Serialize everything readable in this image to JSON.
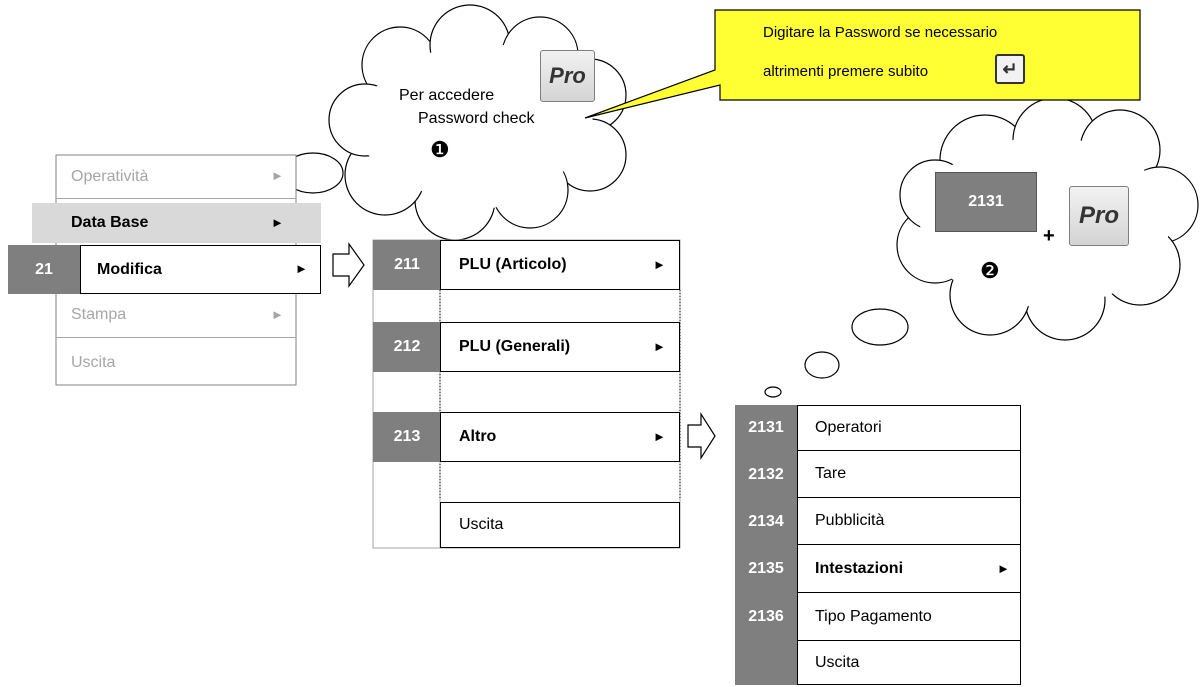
{
  "callout": {
    "line1": "Digitare la Password se necessario",
    "line2": "altrimenti  premere subito",
    "enter_key": "↵"
  },
  "cloud1": {
    "line1": "Per accedere",
    "line2": "Password check",
    "step_marker": "❶",
    "key_label": "Pro"
  },
  "cloud2": {
    "code": "2131",
    "plus": "+",
    "key_label": "Pro",
    "step_marker": "❷"
  },
  "menu_main": {
    "items": [
      {
        "label": "Operatività",
        "arrow": "►"
      },
      {
        "label": "Data Base",
        "arrow": "►"
      },
      {
        "code": "21",
        "label": "Modifica",
        "arrow": "►"
      },
      {
        "label": "Stampa",
        "arrow": "►"
      },
      {
        "label": "Uscita"
      }
    ]
  },
  "menu_modifica": {
    "items": [
      {
        "code": "211",
        "label": "PLU  (Articolo)",
        "arrow": "►"
      },
      {
        "code": "212",
        "label": "PLU  (Generali)",
        "arrow": "►"
      },
      {
        "code": "213",
        "label": "Altro",
        "arrow": "►"
      },
      {
        "label": "Uscita"
      }
    ]
  },
  "menu_altro": {
    "items": [
      {
        "code": "2131",
        "label": "Operatori"
      },
      {
        "code": "2132",
        "label": "Tare"
      },
      {
        "code": "2134",
        "label": "Pubblicità"
      },
      {
        "code": "2135",
        "label": "Intestazioni",
        "arrow": "►"
      },
      {
        "code": "2136",
        "label": "Tipo Pagamento"
      },
      {
        "label": "Uscita"
      }
    ]
  }
}
